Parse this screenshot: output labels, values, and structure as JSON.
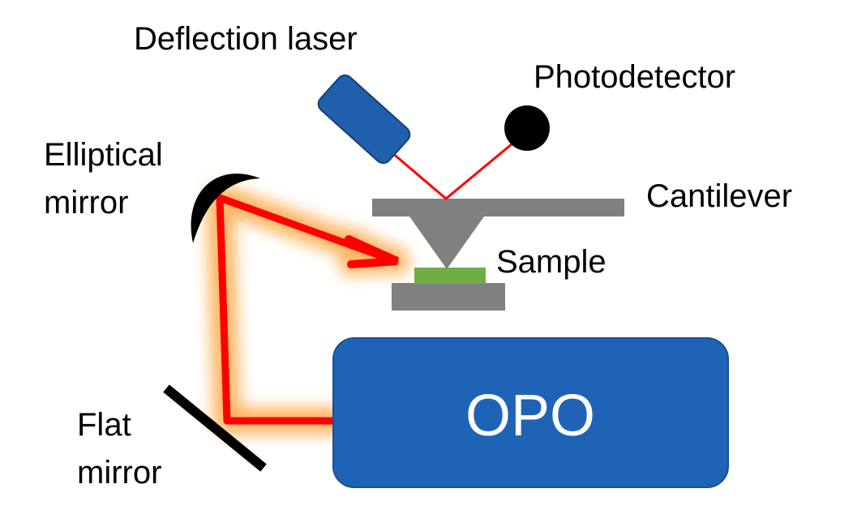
{
  "labels": {
    "deflection_laser": "Deflection laser",
    "photodetector": "Photodetector",
    "elliptical_mirror_line1": "Elliptical",
    "elliptical_mirror_line2": "mirror",
    "cantilever": "Cantilever",
    "sample": "Sample",
    "flat_mirror_line1": "Flat",
    "flat_mirror_line2": "mirror",
    "opo": "OPO"
  },
  "colors": {
    "laser_body": "#1f5fae",
    "opo_body": "#1f63b6",
    "beam": "#ff0000",
    "glow": "#ff9d2e",
    "cantilever": "#808080",
    "sample": "#70ad47",
    "detector": "#000000"
  }
}
